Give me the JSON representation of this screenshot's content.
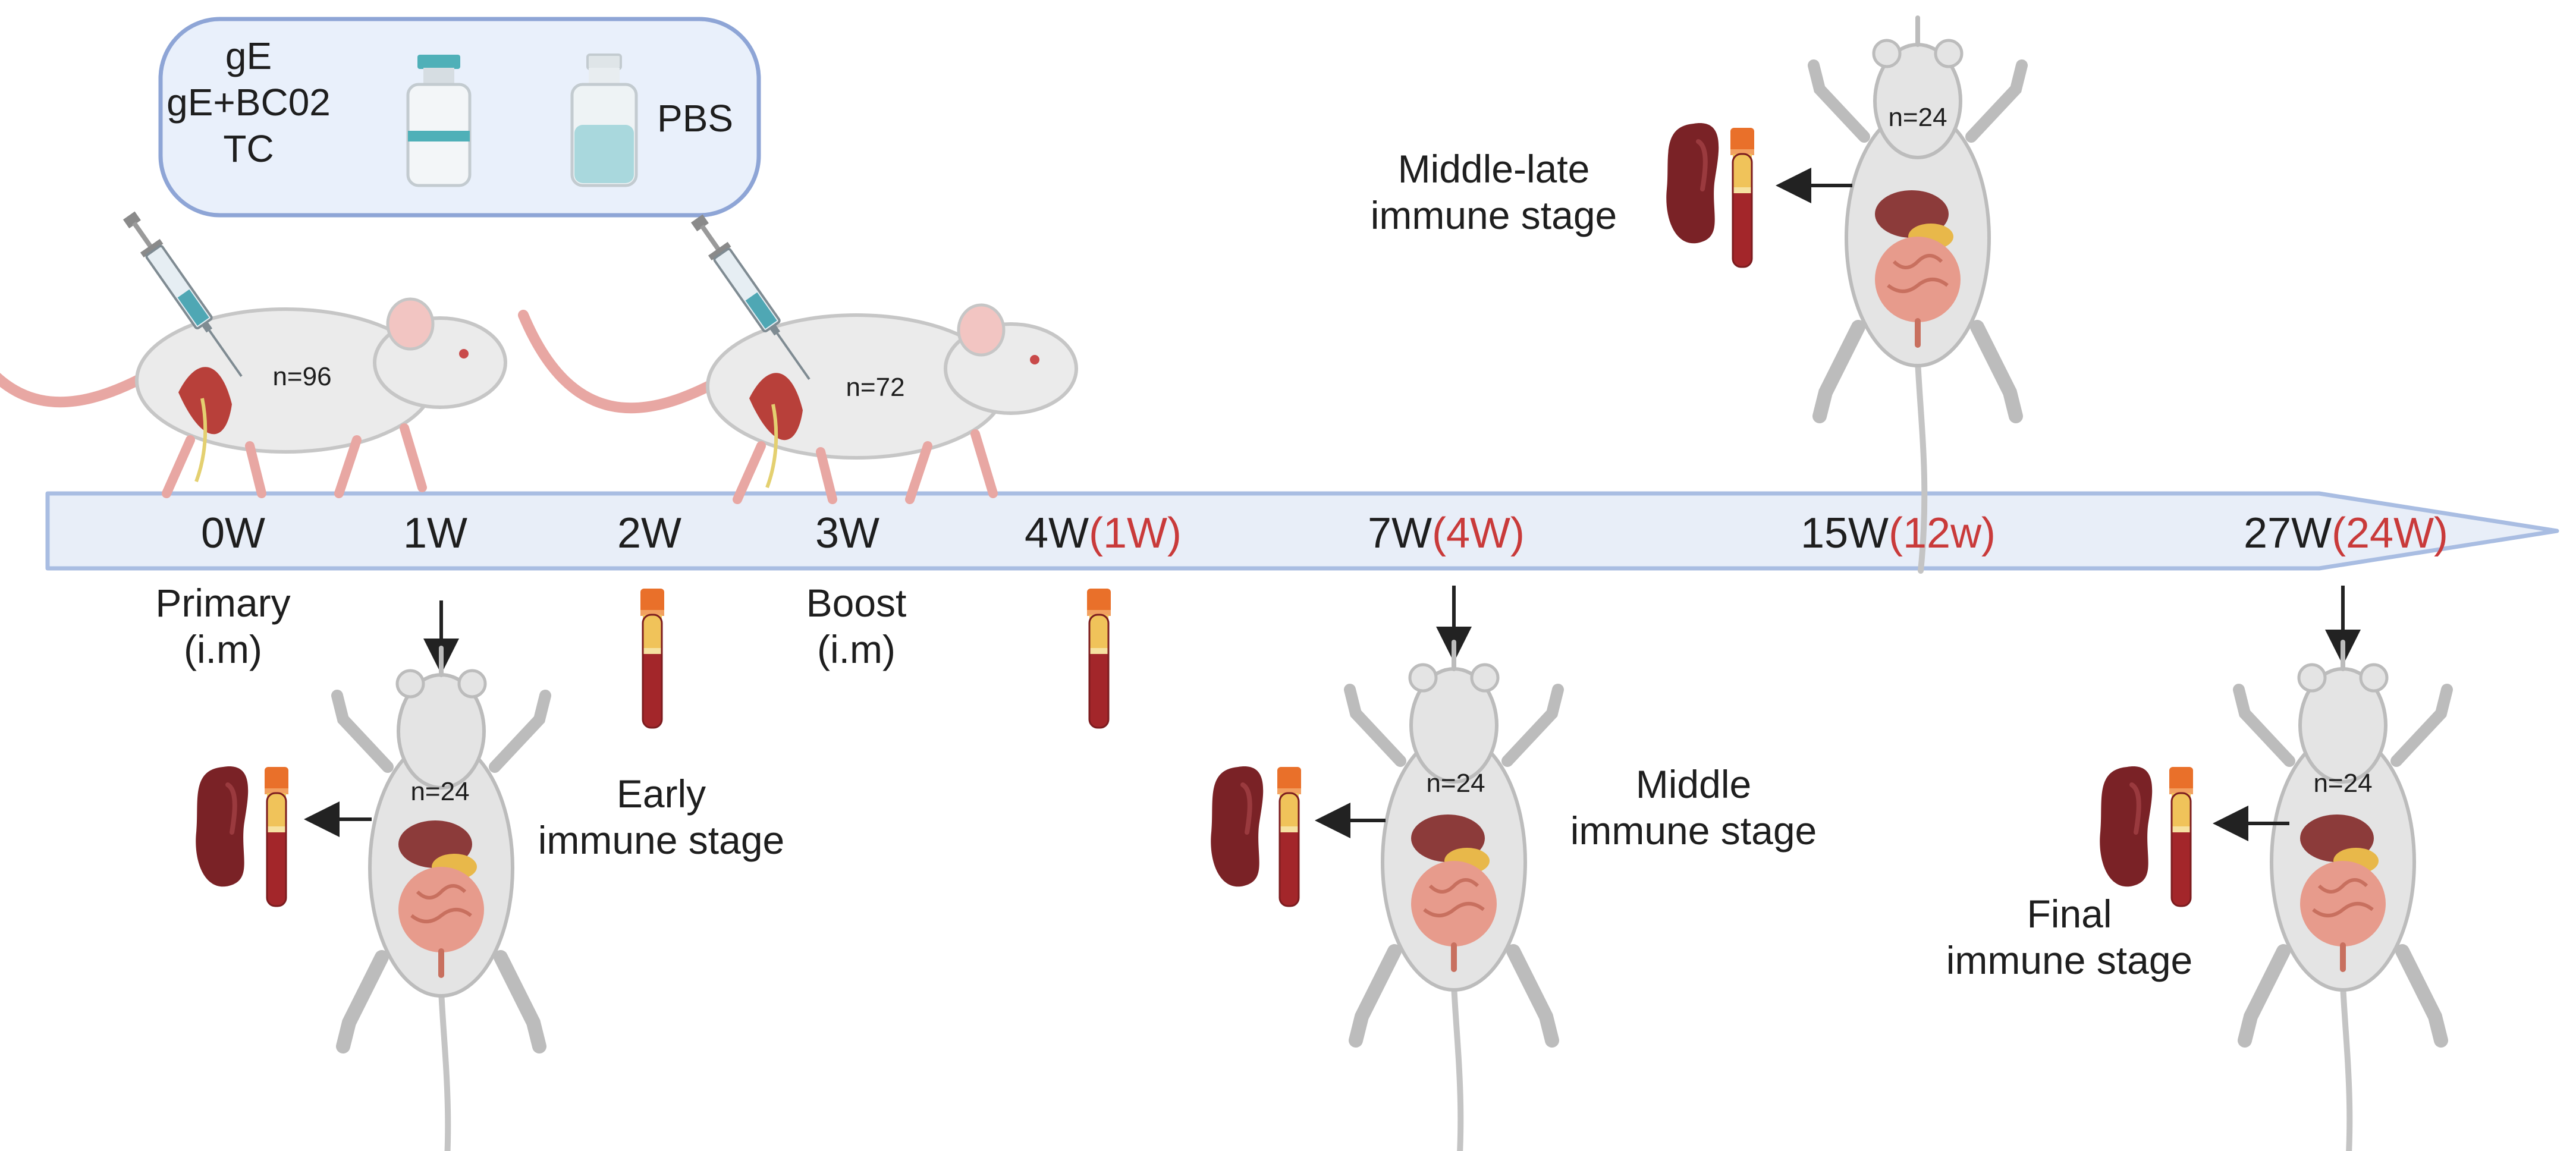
{
  "legend": {
    "groups": [
      "gE",
      "gE+BC02",
      "TC"
    ],
    "control": "PBS"
  },
  "timeline": {
    "ticks": [
      {
        "main": "0W",
        "rel": ""
      },
      {
        "main": "1W",
        "rel": ""
      },
      {
        "main": "2W",
        "rel": ""
      },
      {
        "main": "3W",
        "rel": ""
      },
      {
        "main": "4W",
        "rel": "(1W)"
      },
      {
        "main": "7W",
        "rel": "(4W)"
      },
      {
        "main": "15W",
        "rel": "(12w)"
      },
      {
        "main": "27W",
        "rel": "(24W)"
      }
    ]
  },
  "injections": [
    {
      "line1": "Primary",
      "line2": "(i.m)",
      "n": "n=96"
    },
    {
      "line1": "Boost",
      "line2": "(i.m)",
      "n": "n=72"
    }
  ],
  "stages": [
    {
      "line1": "Early",
      "line2": "immune stage",
      "n": "n=24"
    },
    {
      "line1": "Middle",
      "line2": "immune stage",
      "n": "n=24"
    },
    {
      "line1": "Middle-late",
      "line2": "immune stage",
      "n": "n=24"
    },
    {
      "line1": "Final",
      "line2": "immune stage",
      "n": "n=24"
    }
  ],
  "colors": {
    "timeline_fill": "#e8eef8",
    "timeline_stroke": "#a9bde2",
    "relative_time": "#c93a3a",
    "legend_fill": "#e9f0fb",
    "legend_stroke": "#8ea5d6",
    "spleen": "#7a2226",
    "blood": "#a3262a",
    "tube_cap": "#e9702a",
    "mouse_body": "#e4e4e4",
    "mouse_outline": "#bcbcbc",
    "tail": "#e8a7a3"
  }
}
